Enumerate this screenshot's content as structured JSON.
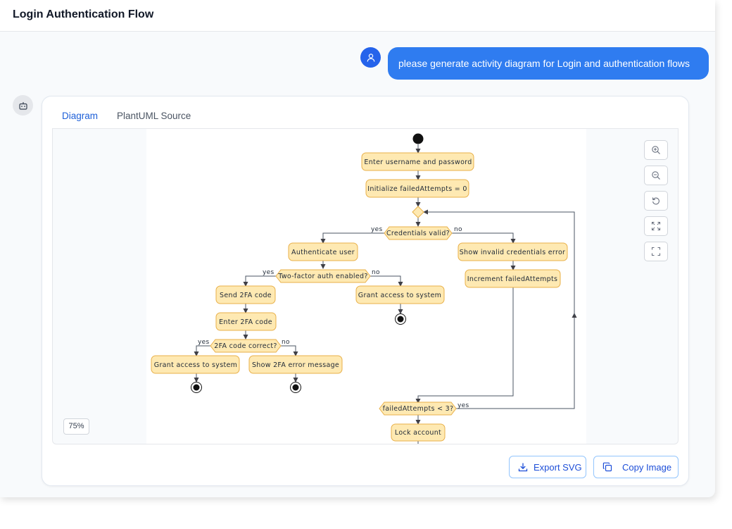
{
  "header": {
    "title": "Login Authentication Flow"
  },
  "user_message": {
    "text": "please generate activity diagram for Login and authentication flows",
    "avatar_icon": "user-icon"
  },
  "bot": {
    "avatar_icon": "robot-icon"
  },
  "tabs": [
    {
      "label": "Diagram",
      "active": true
    },
    {
      "label": "PlantUML Source",
      "active": false
    }
  ],
  "zoom": {
    "level": "75%",
    "controls": [
      "zoom-in-icon",
      "zoom-out-icon",
      "reset-icon",
      "fit-icon",
      "fullscreen-icon"
    ]
  },
  "actions": {
    "export_label": "Export SVG",
    "copy_label": "Copy Image"
  },
  "diagram": {
    "actions": {
      "enter_credentials": "Enter username and password",
      "init_attempts": "Initialize failedAttempts = 0",
      "authenticate_user": "Authenticate user",
      "show_invalid": "Show invalid credentials error",
      "increment_attempts": "Increment failedAttempts",
      "send_2fa": "Send 2FA code",
      "enter_2fa": "Enter 2FA code",
      "grant_access_no2fa": "Grant access to system",
      "grant_access_2fa": "Grant access to system",
      "show_2fa_error": "Show 2FA error message",
      "lock_account": "Lock account"
    },
    "decisions": {
      "credentials_valid": "Credentials valid?",
      "twofa_enabled": "Two-factor auth enabled?",
      "twofa_correct": "2FA code correct?",
      "attempts_check": "failedAttempts < 3?"
    },
    "edge_labels": {
      "cred_yes": "yes",
      "cred_no": "no",
      "tfa_yes": "yes",
      "tfa_no": "no",
      "code_yes": "yes",
      "code_no": "no",
      "attempts_yes": "yes"
    }
  },
  "colors": {
    "accent": "#2563eb",
    "node_fill": "#fee9b2",
    "node_stroke": "#e8b04a",
    "bubble": "#2f7cf0"
  }
}
